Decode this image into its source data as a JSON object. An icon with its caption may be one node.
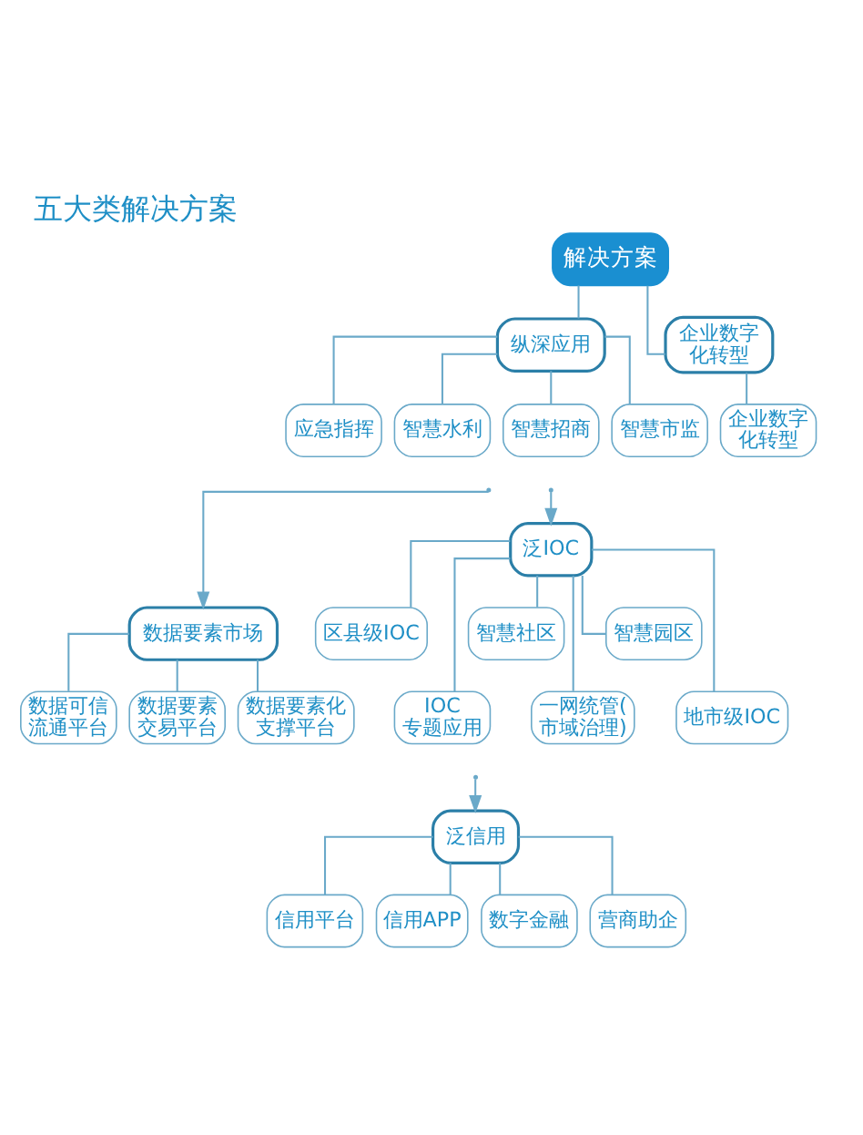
{
  "diagram": {
    "title": "五大类解决方案",
    "nodes": [
      {
        "text": [
          "解决方案"
        ]
      },
      {
        "text": [
          "纵深应用"
        ]
      },
      {
        "text": [
          "企业数字化转型"
        ]
      },
      {
        "text": [
          "智慧水利"
        ]
      },
      {
        "text": [
          "智慧招商"
        ]
      },
      {
        "text": [
          "智慧市监"
        ]
      },
      {
        "text": [
          "应急指挥"
        ]
      },
      {
        "text": [
          "企业数字化转型"
        ]
      },
      {
        "text": [
          "数据要素市场"
        ]
      },
      {
        "text": [
          "泛IOC"
        ]
      },
      {
        "text": [
          "数据要素化支撑平台"
        ]
      },
      {
        "text": [
          "数据可信流通平台"
        ]
      },
      {
        "text": [
          "数据要素交易平台"
        ]
      },
      {
        "text": [
          "地市级IOC"
        ]
      },
      {
        "text": [
          "区县级IOC"
        ]
      },
      {
        "text": [
          "IOC 专题应用"
        ]
      },
      {
        "text": [
          "智慧社区"
        ]
      },
      {
        "text": [
          "一网统管(市域治理)"
        ]
      },
      {
        "text": [
          "智慧园区"
        ]
      },
      {
        "text": [
          "泛信用"
        ]
      },
      {
        "text": [
          "信用平台"
        ]
      },
      {
        "text": [
          "信用APP"
        ]
      },
      {
        "text": [
          "数字金融"
        ]
      },
      {
        "text": [
          "营商助企"
        ]
      }
    ],
    "edges": [
      {
        "from": 0,
        "to": 1,
        "arrow": "none"
      },
      {
        "from": 0,
        "to": 2,
        "arrow": "none"
      },
      {
        "from": 1,
        "to": 3,
        "arrow": "none"
      },
      {
        "from": 1,
        "to": 4,
        "arrow": "none"
      },
      {
        "from": 1,
        "to": 5,
        "arrow": "none"
      },
      {
        "from": 1,
        "to": 6,
        "arrow": "none"
      },
      {
        "from": 2,
        "to": 7,
        "arrow": "none"
      },
      {
        "from": null,
        "to": 8,
        "arrow": "to"
      },
      {
        "from": null,
        "to": 9,
        "arrow": "to"
      },
      {
        "from": 8,
        "to": 10,
        "arrow": "none"
      },
      {
        "from": 8,
        "to": 11,
        "arrow": "none"
      },
      {
        "from": 8,
        "to": 12,
        "arrow": "none"
      },
      {
        "from": 9,
        "to": 13,
        "arrow": "none"
      },
      {
        "from": 9,
        "to": 14,
        "arrow": "none"
      },
      {
        "from": 9,
        "to": 15,
        "arrow": "none"
      },
      {
        "from": 9,
        "to": 16,
        "arrow": "none"
      },
      {
        "from": 9,
        "to": 17,
        "arrow": "none"
      },
      {
        "from": 9,
        "to": 18,
        "arrow": "none"
      },
      {
        "from": null,
        "to": 19,
        "arrow": "to"
      },
      {
        "from": 19,
        "to": 20,
        "arrow": "none"
      },
      {
        "from": 19,
        "to": 21,
        "arrow": "none"
      },
      {
        "from": 19,
        "to": 22,
        "arrow": "none"
      },
      {
        "from": 19,
        "to": 23,
        "arrow": "none"
      }
    ]
  }
}
